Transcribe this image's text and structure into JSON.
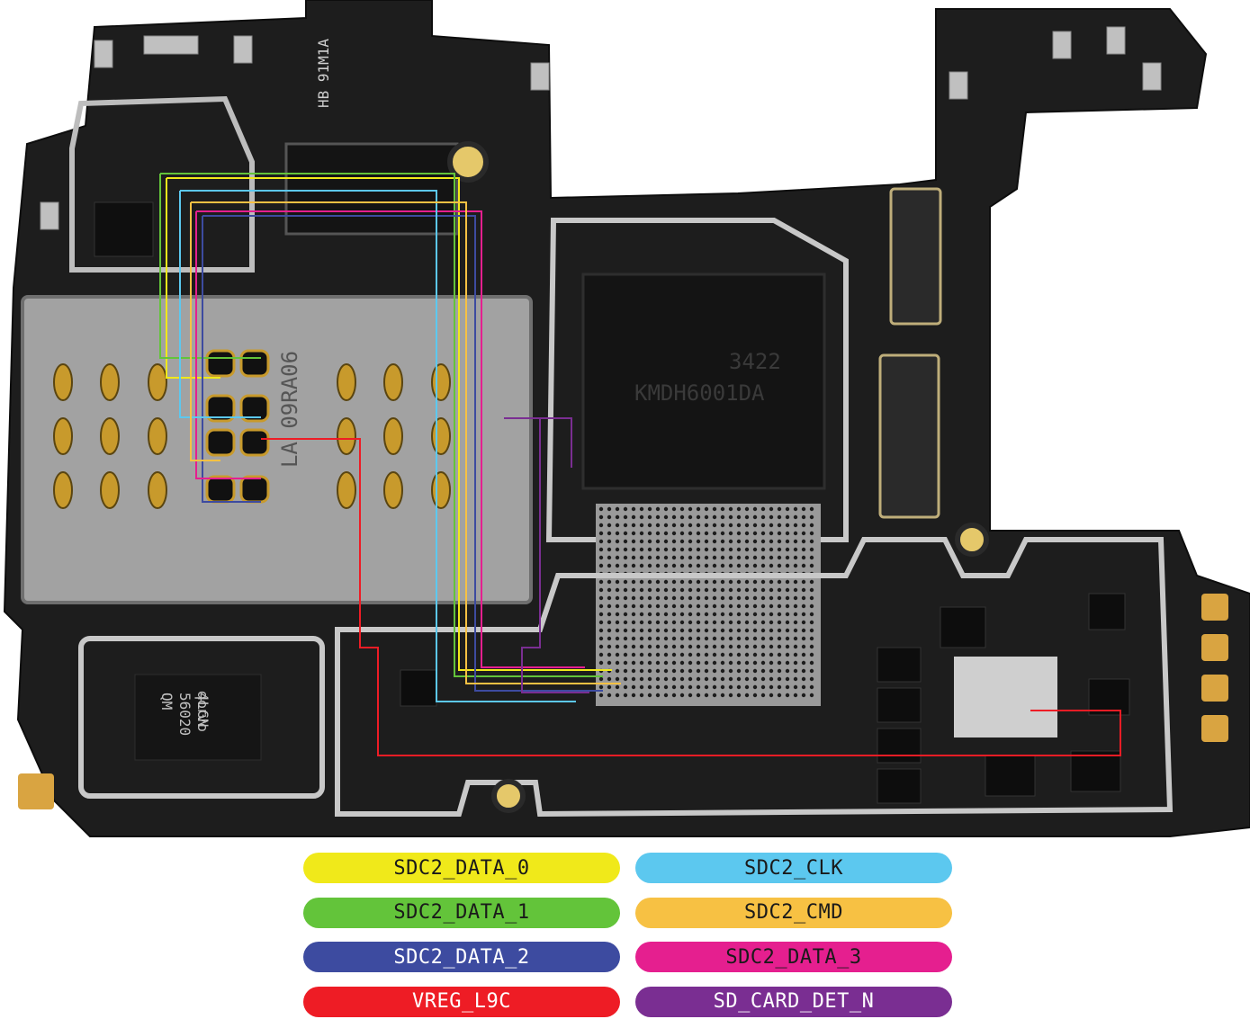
{
  "board": {
    "chip_labels": {
      "rf_chip": [
        "QM",
        "56020",
        "4LGN"
      ],
      "rf_logo": "qorvo",
      "mid_text": "LA 09RA06",
      "emmc_text": [
        "KMDH6001DA",
        "3422"
      ],
      "conn_text": "HB 91M1A"
    },
    "colors": {
      "board": "#1c1c1c",
      "shield": "#9a9a9a",
      "gold": "#d9a441",
      "sdc2_data_0": "#f0e91a",
      "sdc2_data_1": "#63c43a",
      "sdc2_data_2": "#3d4ba0",
      "sdc2_data_3": "#e51f8f",
      "sdc2_clk": "#5cc8ef",
      "sdc2_cmd": "#f7c143",
      "vreg_l9c": "#ee1c25",
      "sd_card_det_n": "#7a2e92"
    }
  },
  "legend": [
    {
      "key": "sdc2_data_0",
      "label": "SDC2_DATA_0",
      "color": "#f0e91a"
    },
    {
      "key": "sdc2_clk",
      "label": "SDC2_CLK",
      "color": "#5cc8ef"
    },
    {
      "key": "sdc2_data_1",
      "label": "SDC2_DATA_1",
      "color": "#63c43a"
    },
    {
      "key": "sdc2_cmd",
      "label": "SDC2_CMD",
      "color": "#f7c143"
    },
    {
      "key": "sdc2_data_2",
      "label": "SDC2_DATA_2",
      "color": "#3d4ba0"
    },
    {
      "key": "sdc2_data_3",
      "label": "SDC2_DATA_3",
      "color": "#e51f8f"
    },
    {
      "key": "vreg_l9c",
      "label": "VREG_L9C",
      "color": "#ee1c25"
    },
    {
      "key": "sd_card_det_n",
      "label": "SD_CARD_DET_N",
      "color": "#7a2e92"
    }
  ]
}
